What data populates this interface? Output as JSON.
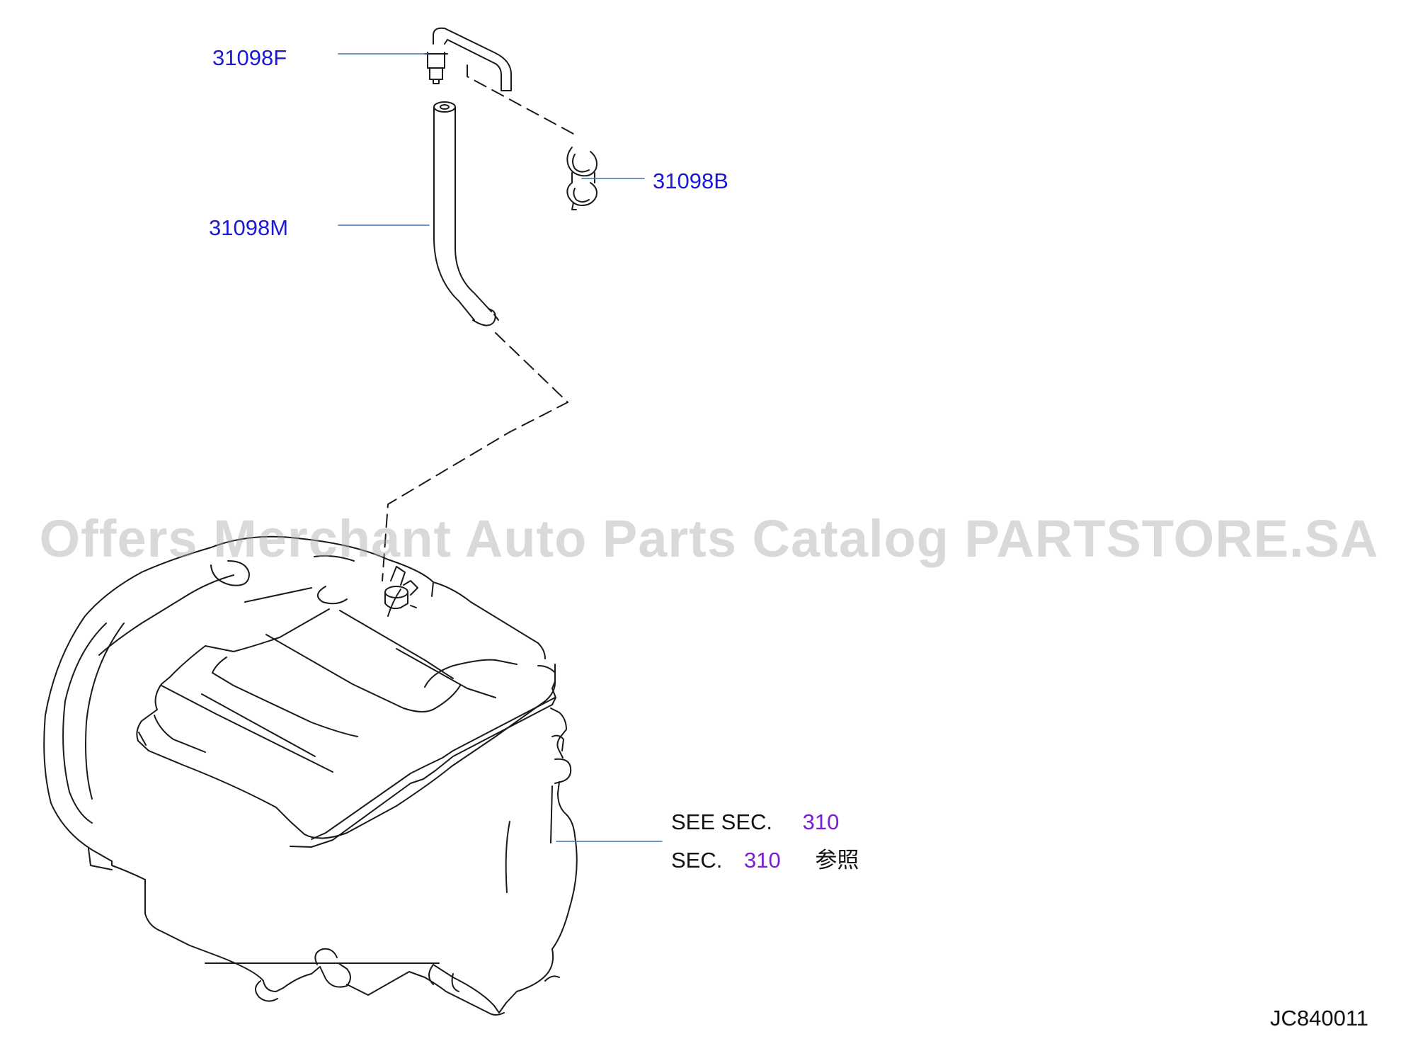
{
  "parts": [
    {
      "id": "p1",
      "label": "31098F"
    },
    {
      "id": "p2",
      "label": "31098B"
    },
    {
      "id": "p3",
      "label": "31098M"
    }
  ],
  "reference": {
    "line1_prefix": "SEE  SEC.",
    "line1_number": "310",
    "line2_prefix": "SEC.",
    "line2_number": "310",
    "line2_suffix": "参照"
  },
  "watermark": "Offers Merchant Auto Parts Catalog PARTSTORE.SA",
  "diagram_code": "JC840011",
  "colors": {
    "part_label": "#1a1ad6",
    "section_number": "#7a1fd6",
    "leader_line": "#3a6fb5",
    "drawing_line": "#1a1a1a",
    "watermark": "#aaaaaa"
  }
}
